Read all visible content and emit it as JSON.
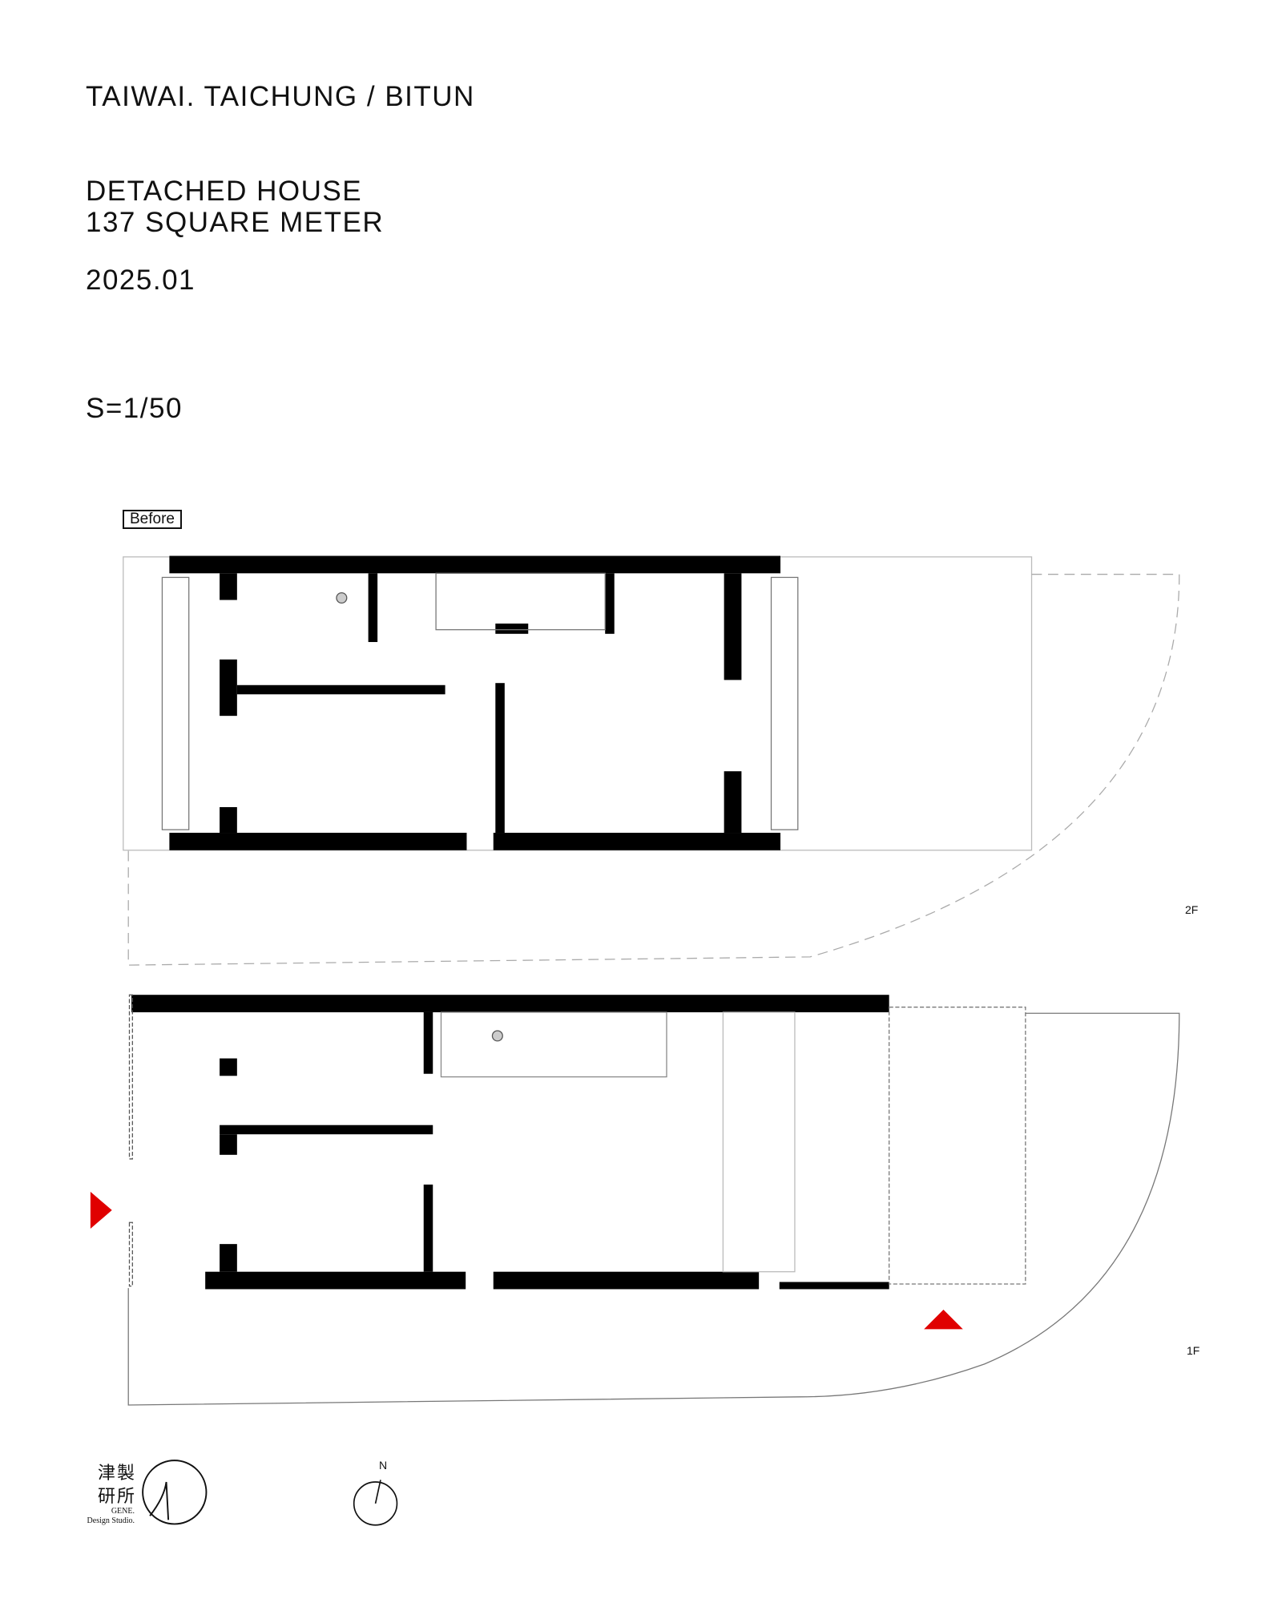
{
  "header": {
    "location": "TAIWAI. TAICHUNG  / BITUN",
    "project_type": "DETACHED HOUSE",
    "area": "137 SQUARE METER",
    "date": "2025.01",
    "scale": "S=1/50"
  },
  "plan": {
    "tag": "Before",
    "levels": [
      "2F",
      "1F"
    ],
    "entrance_marker_color": "#e00000",
    "wall_color": "#000000"
  },
  "footer": {
    "logo_cn_line1": "津製",
    "logo_cn_line2": "研所",
    "logo_en_line1": "GENE.",
    "logo_en_line2": "Design Studio.",
    "north_label": "N"
  }
}
